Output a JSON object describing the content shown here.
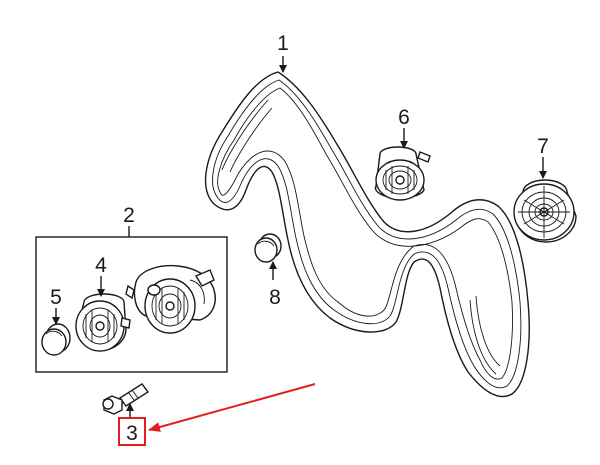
{
  "diagram": {
    "callouts": {
      "belt": "1",
      "kit": "2",
      "bolt": "3",
      "idler_in_kit": "4",
      "cap_in_kit": "5",
      "upper_idler": "6",
      "right_idler": "7",
      "loose_cap": "8"
    },
    "highlight": {
      "callout": "3",
      "color": "#e02020"
    },
    "line_color": "#1a1a1a"
  }
}
